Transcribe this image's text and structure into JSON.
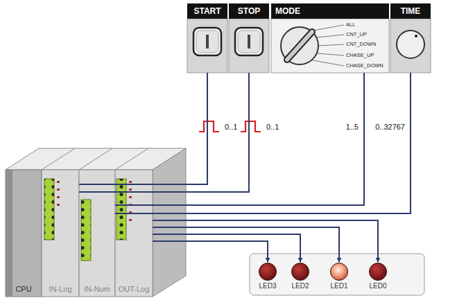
{
  "diagram": {
    "nodes": [
      {
        "text": [
          "START"
        ]
      },
      {
        "text": [
          "STOP"
        ]
      },
      {
        "text": [
          "MODE",
          "ALL",
          "CNT_UP",
          "CNT_DOWN",
          "CHASE_UP",
          "CHASE_DOWN"
        ]
      },
      {
        "text": [
          "TIME"
        ]
      },
      {
        "text": [
          "CPU"
        ]
      },
      {
        "text": [
          "IN-Log"
        ]
      },
      {
        "text": [
          "IN-Num"
        ]
      },
      {
        "text": [
          "OUT-Log"
        ]
      },
      {
        "text": [
          "LED3"
        ]
      },
      {
        "text": [
          "LED2"
        ]
      },
      {
        "text": [
          "LED1"
        ]
      },
      {
        "text": [
          "LED0"
        ]
      }
    ],
    "edges": [
      {
        "from": 0,
        "to": 5,
        "label": "0..1",
        "arrow": "none"
      },
      {
        "from": 1,
        "to": 5,
        "label": "0..1",
        "arrow": "none"
      },
      {
        "from": 2,
        "to": 6,
        "label": "1..5",
        "arrow": "none"
      },
      {
        "from": 3,
        "to": 6,
        "label": "0..32767",
        "arrow": "none"
      },
      {
        "from": 7,
        "to": 8,
        "arrow": "to"
      },
      {
        "from": 7,
        "to": 9,
        "arrow": "to"
      },
      {
        "from": 7,
        "to": 10,
        "arrow": "to"
      },
      {
        "from": 7,
        "to": 11,
        "arrow": "to"
      }
    ]
  }
}
